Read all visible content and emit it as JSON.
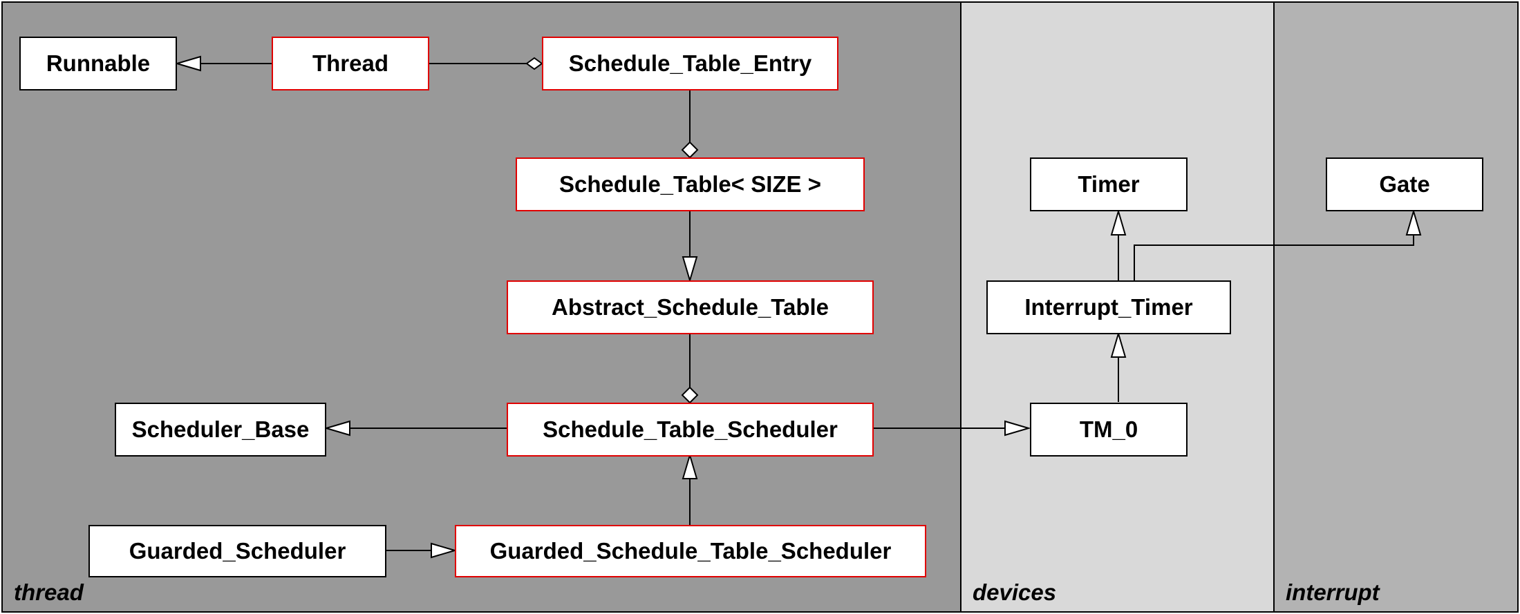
{
  "packages": {
    "thread": "thread",
    "devices": "devices",
    "interrupt": "interrupt"
  },
  "classes": {
    "runnable": "Runnable",
    "thread": "Thread",
    "schedule_table_entry": "Schedule_Table_Entry",
    "schedule_table": "Schedule_Table< SIZE >",
    "abstract_schedule_table": "Abstract_Schedule_Table",
    "scheduler_base": "Scheduler_Base",
    "schedule_table_scheduler": "Schedule_Table_Scheduler",
    "guarded_scheduler": "Guarded_Scheduler",
    "guarded_schedule_table_scheduler": "Guarded_Schedule_Table_Scheduler",
    "timer": "Timer",
    "interrupt_timer": "Interrupt_Timer",
    "tm_0": "TM_0",
    "gate": "Gate"
  },
  "colors": {
    "thread_bg": "#999999",
    "devices_bg": "#d9d9d9",
    "interrupt_bg": "#b3b3b3",
    "highlight_border": "#e00000"
  }
}
